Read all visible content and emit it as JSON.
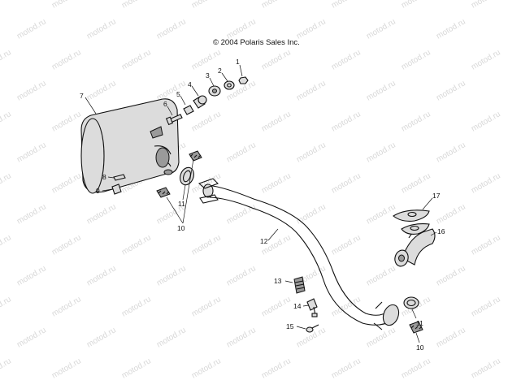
{
  "copyright": "© 2004 Polaris Sales Inc.",
  "watermark": "motod.ru",
  "callouts": [
    {
      "id": "1",
      "label": "1"
    },
    {
      "id": "2",
      "label": "2"
    },
    {
      "id": "3",
      "label": "3"
    },
    {
      "id": "4",
      "label": "4"
    },
    {
      "id": "5",
      "label": "5"
    },
    {
      "id": "6",
      "label": "6"
    },
    {
      "id": "7",
      "label": "7"
    },
    {
      "id": "8",
      "label": "8"
    },
    {
      "id": "9",
      "label": "9"
    },
    {
      "id": "10a",
      "label": "10"
    },
    {
      "id": "11a",
      "label": "11"
    },
    {
      "id": "12",
      "label": "12"
    },
    {
      "id": "13",
      "label": "13"
    },
    {
      "id": "14",
      "label": "14"
    },
    {
      "id": "15",
      "label": "15"
    },
    {
      "id": "16",
      "label": "16"
    },
    {
      "id": "17",
      "label": "17"
    },
    {
      "id": "11b",
      "label": "11"
    },
    {
      "id": "10b",
      "label": "10"
    }
  ]
}
